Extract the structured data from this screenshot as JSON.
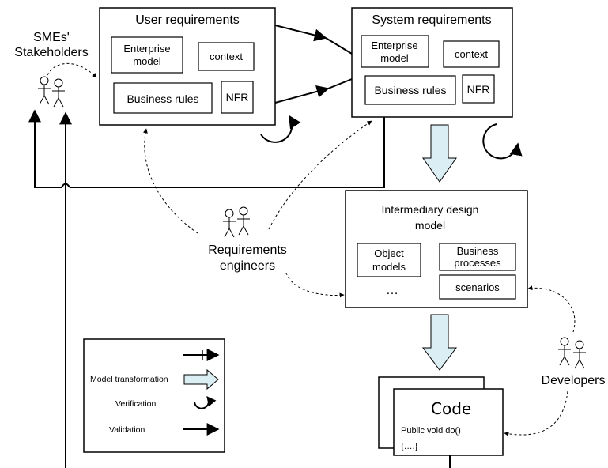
{
  "diagram": {
    "user_requirements": {
      "title": "User requirements",
      "enterprise_model": [
        "Enterprise",
        "model"
      ],
      "context": "context",
      "business_rules": "Business rules",
      "nfr": "NFR"
    },
    "system_requirements": {
      "title": "System requirements",
      "enterprise_model": [
        "Enterprise",
        "model"
      ],
      "context": "context",
      "business_rules": "Business rules",
      "nfr": "NFR"
    },
    "intermediary_design": {
      "title": [
        "Intermediary design",
        "model"
      ],
      "object_models": [
        "Object",
        "models"
      ],
      "business_processes": [
        "Business",
        "processes"
      ],
      "scenarios": "scenarios",
      "ellipsis": "…"
    },
    "code": {
      "title": "Code",
      "line1": "Public void do()",
      "line2": "{….}"
    },
    "actors": {
      "smes": [
        "SMEs'",
        "Stakeholders"
      ],
      "requirements_engineers": [
        "Requirements",
        "engineers"
      ],
      "developers": "Developers"
    },
    "legend": {
      "model_transformation": "Model transformation",
      "verification": "Verification",
      "validation": "Validation"
    },
    "colors": {
      "transformation_arrow_fill": "#dbeef4",
      "stroke": "#000000"
    }
  }
}
